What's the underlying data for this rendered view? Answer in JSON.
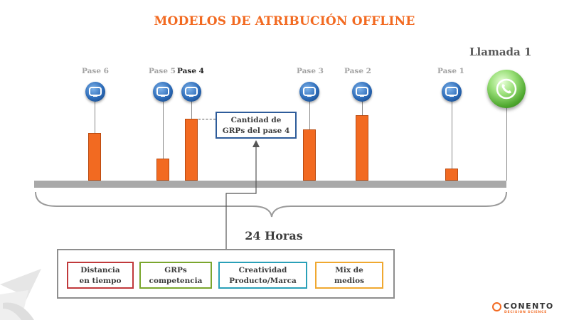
{
  "title": "MODELOS DE ATRIBUCIÓN OFFLINE",
  "passes": [
    {
      "label": "Pase 6",
      "highlight": false,
      "grps": 0.6
    },
    {
      "label": "Pase 5",
      "highlight": false,
      "grps": 0.28
    },
    {
      "label": "Pase 4",
      "highlight": true,
      "grps": 0.78
    },
    {
      "label": "Pase 3",
      "highlight": false,
      "grps": 0.64
    },
    {
      "label": "Pase 2",
      "highlight": false,
      "grps": 0.82
    },
    {
      "label": "Pase 1",
      "highlight": false,
      "grps": 0.15
    }
  ],
  "call_label": "Llamada 1",
  "callout": {
    "line1": "Cantidad de",
    "line2": "GRPs del pase 4"
  },
  "duration_label": "24 Horas",
  "factors": [
    {
      "line1": "Distancia",
      "line2": "en tiempo",
      "color": "#c0393b"
    },
    {
      "line1": "GRPs",
      "line2": "competencia",
      "color": "#7aa62e"
    },
    {
      "line1": "Creatividad",
      "line2": "Producto/Marca",
      "color": "#2aa0b8"
    },
    {
      "line1": "Mix de",
      "line2": "medios",
      "color": "#f0a830"
    }
  ],
  "logo": {
    "name": "CONENTO",
    "tagline": "DECISION SCIENCE"
  },
  "colors": {
    "accent": "#f26a21",
    "bar": "#f26a21",
    "callout_border": "#2e5c9a",
    "timeline": "#a9a9a9"
  }
}
